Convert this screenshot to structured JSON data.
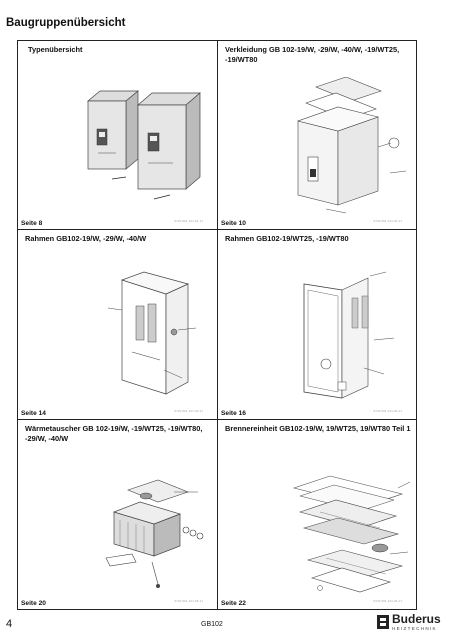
{
  "header": {
    "title": "Baugruppenübersicht"
  },
  "cells": [
    {
      "title": "Typenübersicht",
      "page": "Seite 8",
      "code": "6720 601 221-01.1J"
    },
    {
      "title": "Verkleidung GB 102-19/W, -29/W, -40/W, -19/WT25, -19/WT80",
      "page": "Seite 10",
      "code": "6720 601 221-02.1J"
    },
    {
      "title": "Rahmen GB102-19/W, -29/W, -40/W",
      "page": "Seite 14",
      "code": "6720 601 221-03.1J"
    },
    {
      "title": "Rahmen GB102-19/WT25, -19/WT80",
      "page": "Seite 16",
      "code": "6720 601 221-04.1J"
    },
    {
      "title": "Wärmetauscher GB 102-19/W, -19/WT25, -19/WT80, -29/W, -40/W",
      "page": "Seite 20",
      "code": "6720 601 221-05.1J"
    },
    {
      "title": "Brennereinheit GB102-19/W, 19/WT25, 19/WT80 Teil 1",
      "page": "Seite 22",
      "code": "6720 601 221-06.1J"
    }
  ],
  "footer": {
    "page_number": "4",
    "doc_id": "GB102",
    "brand": "Buderus",
    "brand_sub": "HEIZTECHNIK"
  },
  "colors": {
    "line": "#222222",
    "drawing": "#444444",
    "shade": "#cccccc"
  }
}
